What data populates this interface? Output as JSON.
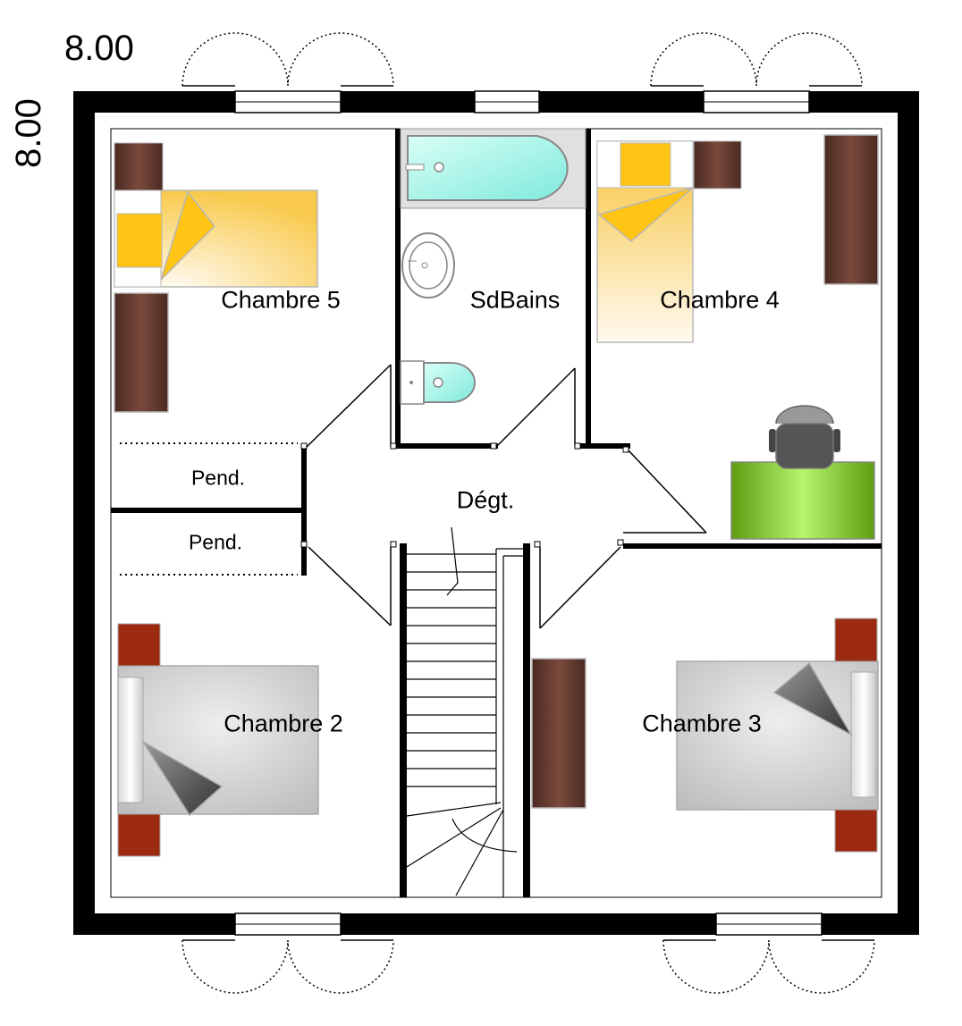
{
  "dimensions": {
    "width_label": "8.00",
    "depth_label": "8.00"
  },
  "rooms": {
    "chambre5": "Chambre 5",
    "sdbains": "SdBains",
    "chambre4": "Chambre 4",
    "chambre2": "Chambre 2",
    "chambre3": "Chambre 3",
    "degagement": "Dégt.",
    "penderie1": "Pend.",
    "penderie2": "Pend."
  },
  "colors": {
    "wall": "#000000",
    "wardrobe": "#5a3328",
    "nightstand_red": "#9b2a10",
    "pillow_yellow": "#ffc414",
    "bath_water": "#9ff3e6",
    "desk_green": "#8fd13a",
    "grey_bed": "#c8c8c8"
  }
}
